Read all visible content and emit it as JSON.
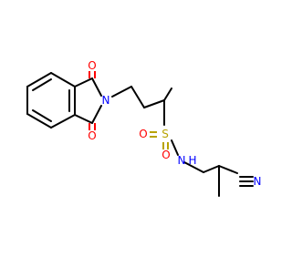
{
  "molecule": {
    "atom_labels": {
      "phthalimide_o_top": "O",
      "phthalimide_o_bottom": "O",
      "phthalimide_n": "N",
      "sulfur": "S",
      "sulfonyl_o_left": "O",
      "sulfonyl_o_bottom": "O",
      "amide_nh": "N",
      "amide_h": "H",
      "nitrile": "N"
    },
    "colors": {
      "oxygen": "#ff0000",
      "nitrogen": "#0000ff",
      "sulfur": "#b8a300",
      "carbon": "#000000"
    }
  }
}
